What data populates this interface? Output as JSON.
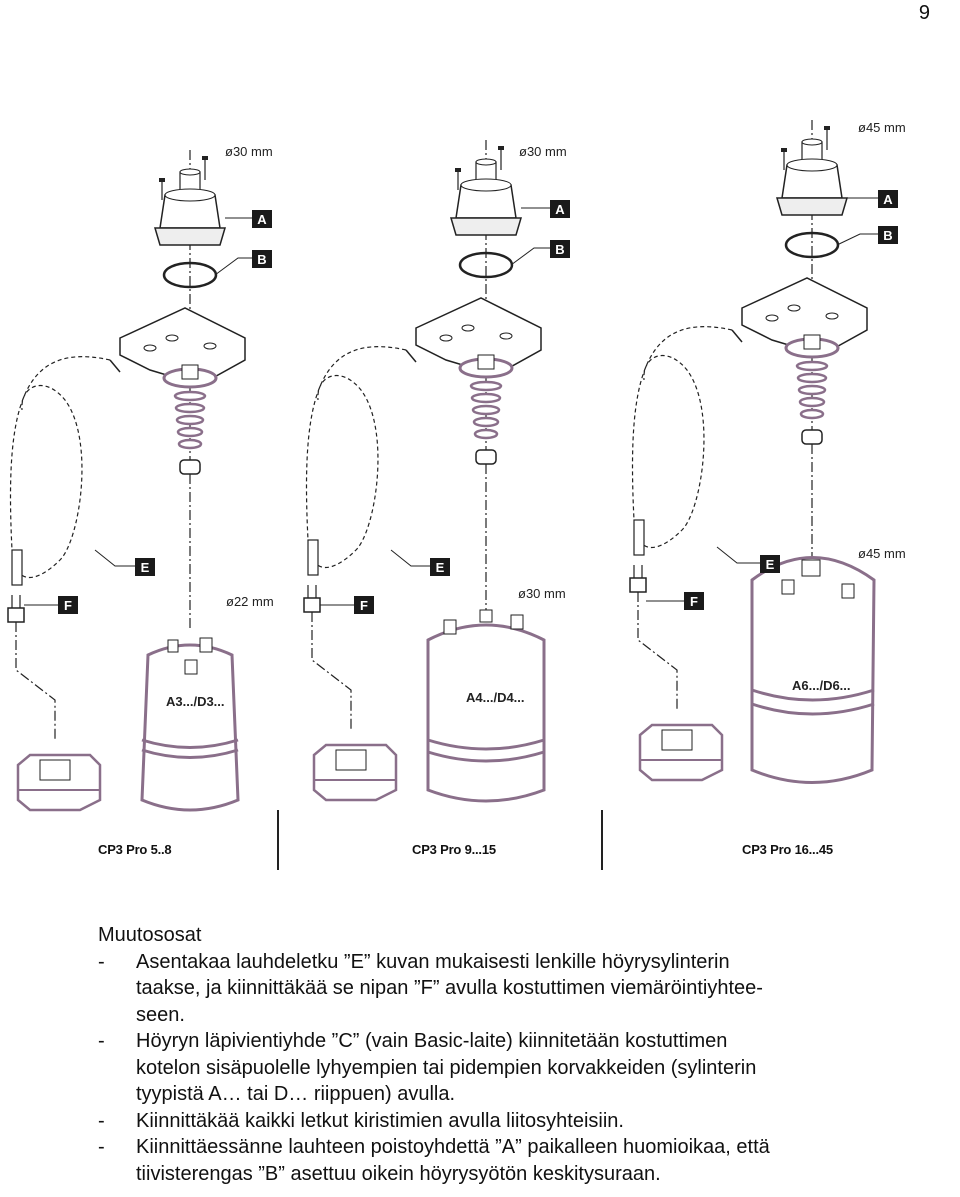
{
  "page": {
    "number": "9"
  },
  "figure": {
    "units": [
      {
        "caption": "CP3 Pro 5..8",
        "model_label": "A3.../D3...",
        "top_diameter": "ø30 mm",
        "cylinder_diameter": "ø22 mm",
        "labels": {
          "a": "A",
          "b": "B",
          "e": "E",
          "f": "F"
        }
      },
      {
        "caption": "CP3 Pro 9...15",
        "model_label": "A4.../D4...",
        "top_diameter": "ø30 mm",
        "cylinder_diameter": "ø30 mm",
        "labels": {
          "a": "A",
          "b": "B",
          "e": "E",
          "f": "F"
        }
      },
      {
        "caption": "CP3 Pro 16...45",
        "model_label": "A6.../D6...",
        "top_diameter": "ø45 mm",
        "cylinder_diameter": "ø45 mm",
        "labels": {
          "a": "A",
          "b": "B",
          "e": "E",
          "f": "F"
        }
      }
    ],
    "colors": {
      "line": "#222222",
      "housing": "#8a6f8a",
      "lines_dark": "#1a1a1a"
    }
  },
  "text": {
    "heading": "Muutososat",
    "bullets": [
      {
        "dash": "-",
        "lines": [
          "Asentakaa lauhdeletku ”E” kuvan mukaisesti lenkille höyrysylinterin",
          "taakse, ja kiinnittäkää se nipan ”F” avulla kostuttimen viemäröintiyhtee-",
          "seen."
        ]
      },
      {
        "dash": "-",
        "lines": [
          "Höyryn läpivientiyhde ”C” (vain Basic-laite) kiinnitetään kostuttimen",
          "kotelon sisäpuolelle lyhyempien tai pidempien korvakkeiden (sylinterin",
          "tyypistä A… tai D… riippuen) avulla."
        ]
      },
      {
        "dash": "-",
        "lines": [
          "Kiinnittäkää kaikki letkut kiristimien avulla liitosyhteisiin."
        ]
      },
      {
        "dash": "-",
        "lines": [
          "Kiinnittäessänne lauhteen poistoyhdettä ”A” paikalleen huomioikaa, että",
          "tiivisterengas ”B” asettuu oikein höyrysyötön keskitysuraan."
        ]
      }
    ]
  }
}
